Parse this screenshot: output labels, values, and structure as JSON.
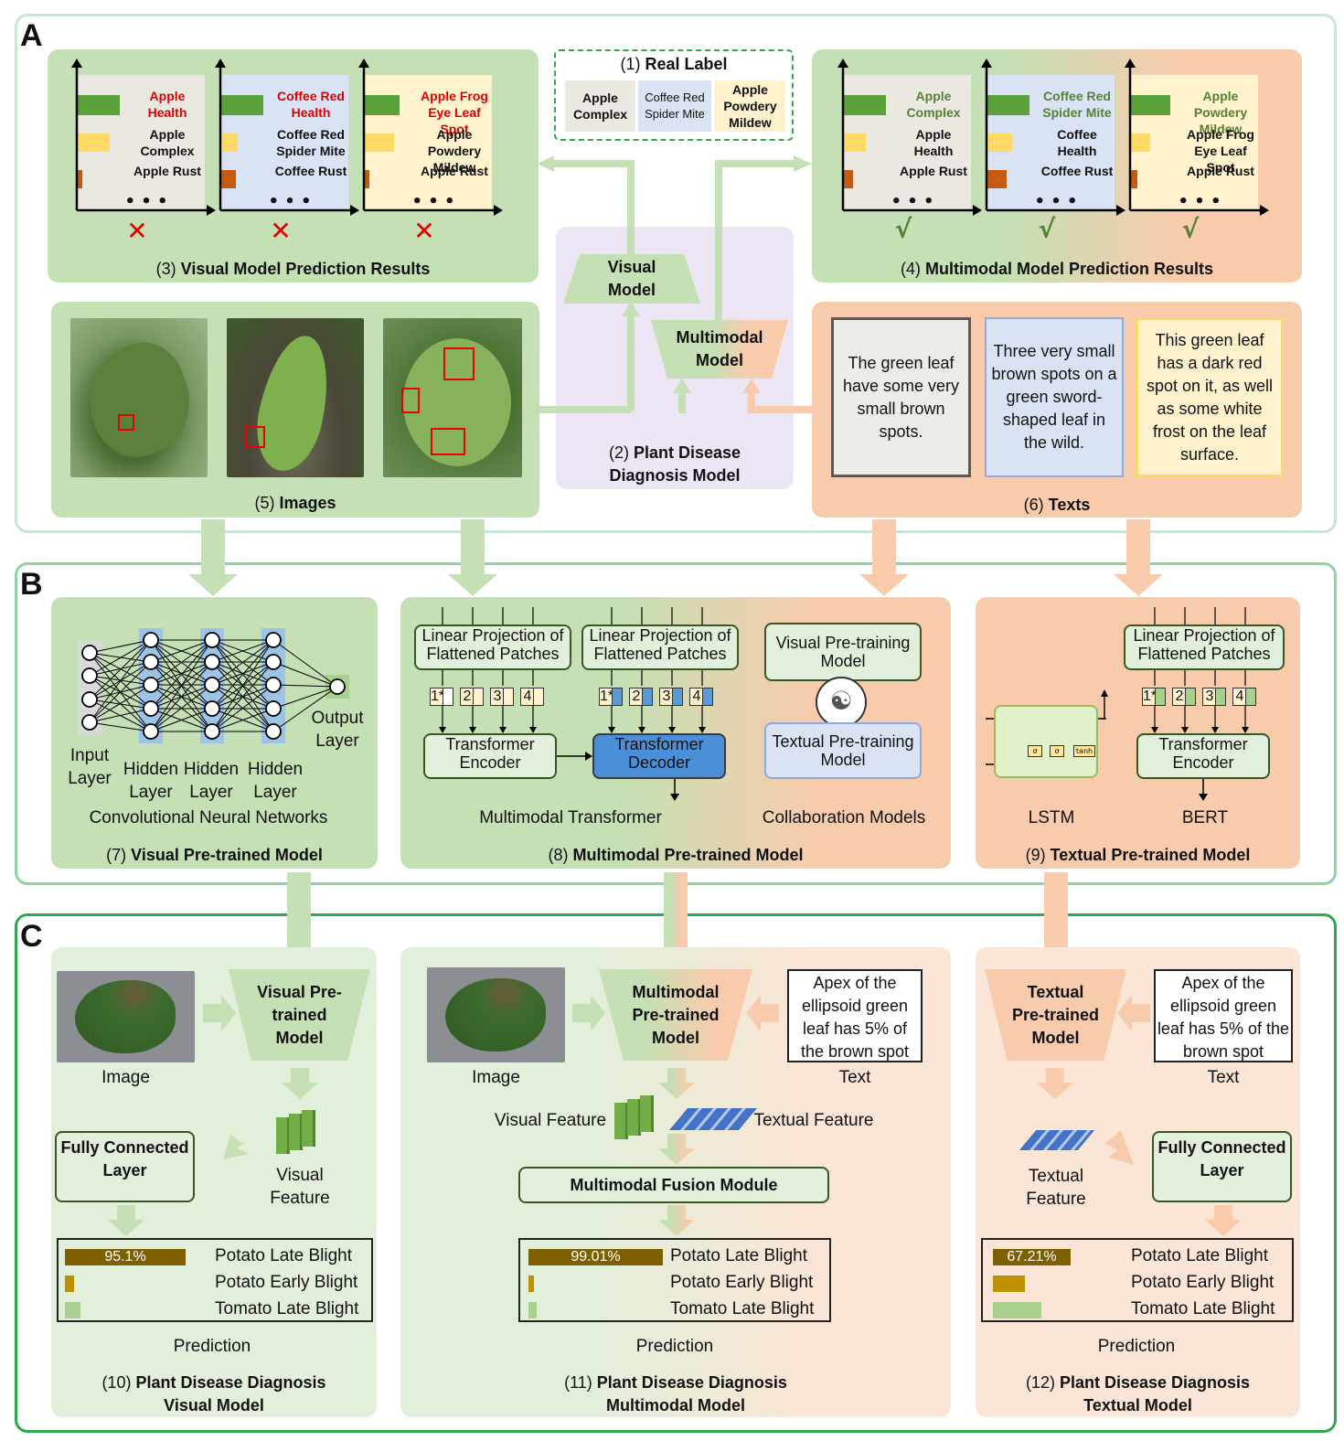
{
  "section_letters": [
    "A",
    "B",
    "C"
  ],
  "real_label": {
    "title": "Real Label",
    "marker": "(1)",
    "items": [
      "Apple Complex",
      "Coffee Red Spider Mite",
      "Apple Powdery Mildew"
    ]
  },
  "visual_results": {
    "caption_marker": "(3)",
    "caption": "Visual Model Prediction Results",
    "charts": [
      {
        "labels": [
          "Apple Health",
          "Apple Complex",
          "Apple Rust"
        ],
        "bar_values": [
          0.85,
          0.65,
          0.1
        ]
      },
      {
        "labels": [
          "Coffee Red Health",
          "Coffee Red Spider Mite",
          "Coffee Rust"
        ],
        "bar_values": [
          0.85,
          0.35,
          0.3
        ]
      },
      {
        "labels": [
          "Apple Frog Eye Leaf Spot",
          "Apple Powdery Mildew",
          "Apple Rust"
        ],
        "bar_values": [
          0.7,
          0.6,
          0.1
        ]
      }
    ],
    "mark": "✕",
    "dots": "•  •  •"
  },
  "multimodal_results": {
    "caption_marker": "(4)",
    "caption": "Multimodal Model Prediction Results",
    "charts": [
      {
        "labels": [
          "Apple Complex",
          "Apple Health",
          "Apple Rust"
        ],
        "bar_values": [
          0.85,
          0.45,
          0.2
        ]
      },
      {
        "labels": [
          "Coffee Red Spider Mite",
          "Coffee Health",
          "Coffee Rust"
        ],
        "bar_values": [
          0.85,
          0.5,
          0.4
        ]
      },
      {
        "labels": [
          "Apple Powdery Mildew",
          "Apple Frog Eye Leaf Spot",
          "Apple Rust"
        ],
        "bar_values": [
          0.8,
          0.4,
          0.15
        ]
      }
    ],
    "mark": "√"
  },
  "diagnosis_model": {
    "marker": "(2)",
    "caption_line1": "Plant Disease",
    "caption_line2": "Diagnosis Model",
    "visual": "Visual Model",
    "multimodal": "Multimodal Model"
  },
  "images": {
    "marker": "(5)",
    "caption": "Images"
  },
  "texts": {
    "marker": "(6)",
    "caption": "Texts",
    "items": [
      "The green leaf have some very small brown spots.",
      "Three very small brown spots on a green sword-shaped leaf in the wild.",
      "This green leaf has a dark red spot on it, as well as some white frost on the leaf surface."
    ]
  },
  "visual_pretrained": {
    "marker": "(7)",
    "caption": "Visual Pre-trained Model",
    "input": "Input Layer",
    "hidden": "Hidden Layer",
    "output": "Output Layer",
    "sub": "Convolutional Neural Networks"
  },
  "multimodal_pretrained": {
    "marker": "(8)",
    "caption": "Multimodal Pre-trained Model",
    "proj": "Linear Projection of Flattened Patches",
    "encoder": "Transformer Encoder",
    "decoder": "Transformer Decoder",
    "tokens": [
      "1*",
      "2",
      "3",
      "4"
    ],
    "sub1": "Multimodal Transformer",
    "sub2": "Collaboration Models",
    "vis_pre": "Visual Pre-training Model",
    "txt_pre": "Textual Pre-training Model"
  },
  "textual_pretrained": {
    "marker": "(9)",
    "caption": "Textual Pre-trained Model",
    "proj": "Linear Projection of Flattened Patches",
    "encoder": "Transformer Encoder",
    "lstm": "LSTM",
    "bert": "BERT",
    "tokens": [
      "1*",
      "2",
      "3",
      "4"
    ],
    "lstm_gates": [
      "σ",
      "σ",
      "tanh"
    ]
  },
  "c_visual": {
    "marker": "(10)",
    "caption1": "Plant Disease Diagnosis",
    "caption2": "Visual Model",
    "model": "Visual Pre-trained Model",
    "image": "Image",
    "feature": "Visual Feature",
    "fc": "Fully Connected Layer",
    "prediction": "Prediction",
    "preds": [
      {
        "label": "Potato Late Blight",
        "value": 95.1,
        "text": "95.1%"
      },
      {
        "label": "Potato Early Blight",
        "value": 7,
        "text": ""
      },
      {
        "label": "Tomato Late Blight",
        "value": 12,
        "text": ""
      }
    ]
  },
  "c_multi": {
    "marker": "(11)",
    "caption1": "Plant Disease Diagnosis",
    "caption2": "Multimodal Model",
    "model": "Multimodal Pre-trained Model",
    "image": "Image",
    "text_label": "Text",
    "text": "Apex of the ellipsoid green leaf has 5% of the brown spot",
    "vfeat": "Visual Feature",
    "tfeat": "Textual Feature",
    "fusion": "Multimodal Fusion Module",
    "prediction": "Prediction",
    "preds": [
      {
        "label": "Potato Late Blight",
        "value": 99.01,
        "text": "99.01%"
      },
      {
        "label": "Potato Early Blight",
        "value": 4,
        "text": ""
      },
      {
        "label": "Tomato Late Blight",
        "value": 6,
        "text": ""
      }
    ]
  },
  "c_text": {
    "marker": "(12)",
    "caption1": "Plant Disease Diagnosis",
    "caption2": "Textual Model",
    "model": "Textual Pre-trained Model",
    "text_label": "Text",
    "text": "Apex of the ellipsoid green leaf has 5% of the brown spot",
    "feature": "Textual Feature",
    "fc": "Fully Connected Layer",
    "prediction": "Prediction",
    "preds": [
      {
        "label": "Potato Late Blight",
        "value": 67.21,
        "text": "67.21%"
      },
      {
        "label": "Potato Early Blight",
        "value": 28,
        "text": ""
      },
      {
        "label": "Tomato Late Blight",
        "value": 42,
        "text": ""
      }
    ]
  },
  "colors": {
    "green": "#c5e0b4",
    "orange": "#f8cbad",
    "bar_green": "#5aa13b",
    "bar_yellow": "#ffd966",
    "bar_rust": "#c55a11",
    "red": "#e00000",
    "dark_green": "#548235",
    "pred1": "#7f6000",
    "pred2": "#bf9000",
    "pred3": "#a9d18e"
  }
}
